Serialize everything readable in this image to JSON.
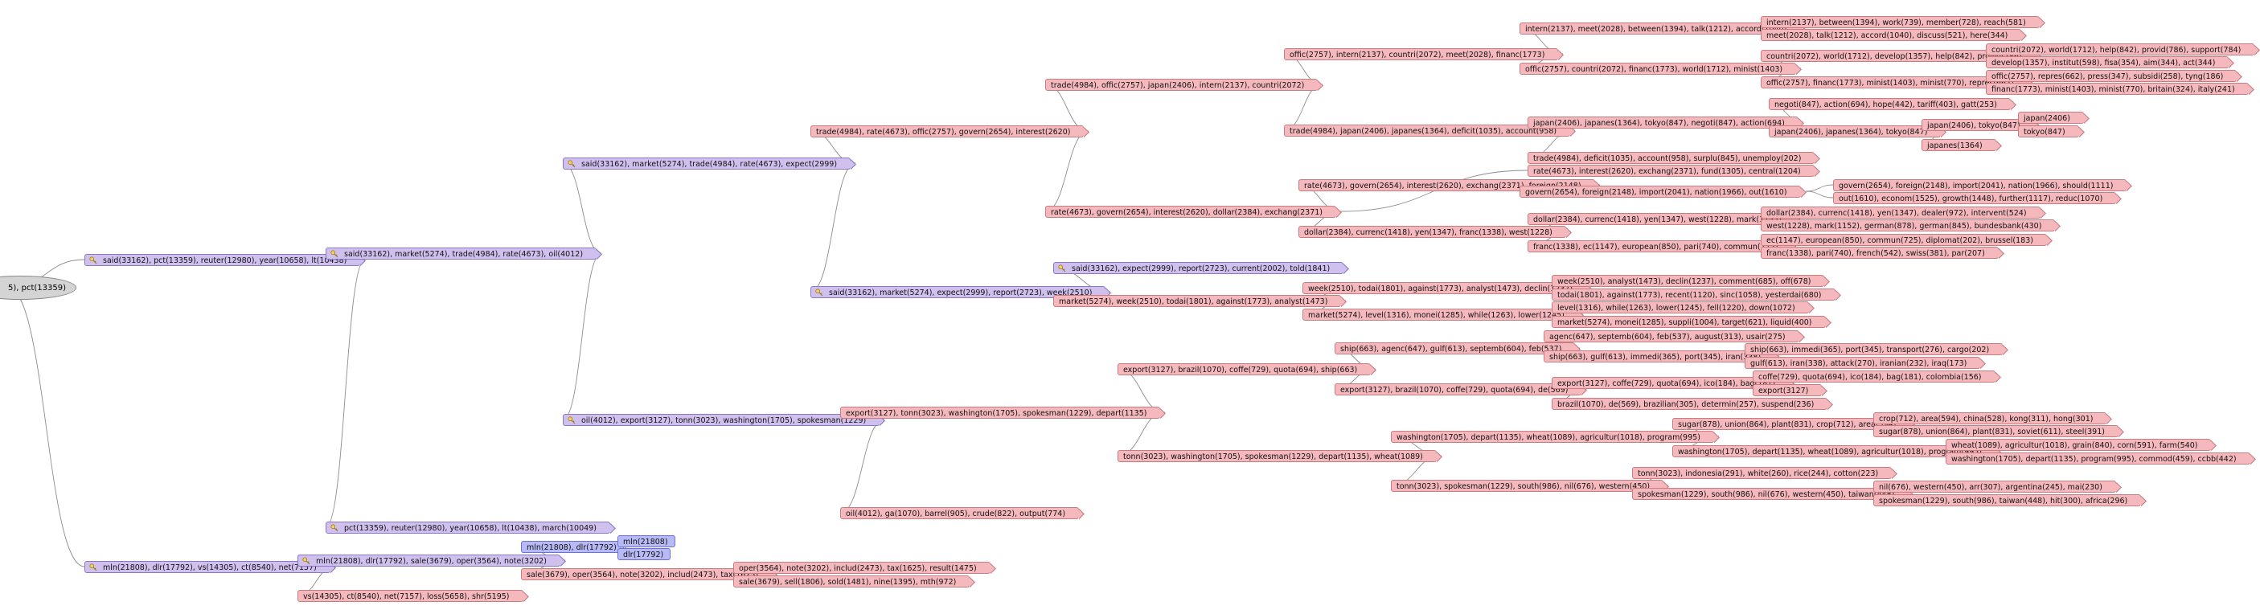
{
  "root_label": "5), pct(13359)",
  "node_colors": {
    "leaf": "#f4b8bd",
    "inner": "#cfc0ee",
    "blue": "#b8baf5",
    "root": "#d4d4d4",
    "edge": "#8c8c8c"
  },
  "nodes": [
    {
      "id": "n1",
      "parent": "root",
      "kind": "inner",
      "label": "said(33162), pct(13359), reuter(12980), year(10658), lt(10438)"
    },
    {
      "id": "n2",
      "parent": "n1",
      "kind": "inner",
      "label": "said(33162), market(5274), trade(4984), rate(4673), oil(4012)"
    },
    {
      "id": "n3",
      "parent": "n2",
      "kind": "inner",
      "label": "said(33162), market(5274), trade(4984), rate(4673), expect(2999)"
    },
    {
      "id": "n4",
      "parent": "n3",
      "kind": "leaf",
      "label": "trade(4984), rate(4673), offic(2757), govern(2654), interest(2620)"
    },
    {
      "id": "n5",
      "parent": "n4",
      "kind": "leaf",
      "label": "trade(4984), offic(2757), japan(2406), intern(2137), countri(2072)"
    },
    {
      "id": "n6",
      "parent": "n5",
      "kind": "leaf",
      "label": "offic(2757), intern(2137), countri(2072), meet(2028), financ(1773)"
    },
    {
      "id": "n7",
      "parent": "n6",
      "kind": "leaf",
      "label": "intern(2137), meet(2028), between(1394), talk(1212), accord(1040)"
    },
    {
      "id": "n8",
      "parent": "n7",
      "kind": "leaf",
      "label": "intern(2137), between(1394), work(739), member(728), reach(581)"
    },
    {
      "id": "n9",
      "parent": "n7",
      "kind": "leaf",
      "label": "meet(2028), talk(1212), accord(1040), discuss(521), here(344)"
    },
    {
      "id": "n10",
      "parent": "n6",
      "kind": "leaf",
      "label": "offic(2757), countri(2072), financ(1773), world(1712), minist(1403)"
    },
    {
      "id": "n11",
      "parent": "n10",
      "kind": "leaf",
      "label": "countri(2072), world(1712), develop(1357), help(842), provid(786)"
    },
    {
      "id": "n12",
      "parent": "n11",
      "kind": "leaf",
      "label": "countri(2072), world(1712), help(842), provid(786), support(784)"
    },
    {
      "id": "n13",
      "parent": "n11",
      "kind": "leaf",
      "label": "develop(1357), institut(598), fisa(354), aim(344), act(344)"
    },
    {
      "id": "n14",
      "parent": "n10",
      "kind": "leaf",
      "label": "offic(2757), financ(1773), minist(1403), minist(770), repres(662)"
    },
    {
      "id": "n15",
      "parent": "n14",
      "kind": "leaf",
      "label": "offic(2757), repres(662), press(347), subsidi(258), tyng(186)"
    },
    {
      "id": "n16",
      "parent": "n14",
      "kind": "leaf",
      "label": "financ(1773), minist(1403), minist(770), britain(324), italy(241)"
    },
    {
      "id": "n17",
      "parent": "n5",
      "kind": "leaf",
      "label": "trade(4984), japan(2406), japanes(1364), deficit(1035), account(958)"
    },
    {
      "id": "n18",
      "parent": "n17",
      "kind": "leaf",
      "label": "japan(2406), japanes(1364), tokyo(847), negoti(847), action(694)"
    },
    {
      "id": "n19",
      "parent": "n18",
      "kind": "leaf",
      "label": "negoti(847), action(694), hope(442), tariff(403), gatt(253)"
    },
    {
      "id": "n20",
      "parent": "n18",
      "kind": "leaf",
      "label": "japan(2406), japanes(1364), tokyo(847)"
    },
    {
      "id": "n21",
      "parent": "n20",
      "kind": "leaf",
      "label": "japan(2406), tokyo(847)"
    },
    {
      "id": "n22",
      "parent": "n21",
      "kind": "leaf",
      "label": "japan(2406)"
    },
    {
      "id": "n23",
      "parent": "n21",
      "kind": "leaf",
      "label": "tokyo(847)"
    },
    {
      "id": "n24",
      "parent": "n20",
      "kind": "leaf",
      "label": "japanes(1364)"
    },
    {
      "id": "n25",
      "parent": "n17",
      "kind": "leaf",
      "label": "trade(4984), deficit(1035), account(958), surplu(845), unemploy(202)"
    },
    {
      "id": "n26",
      "parent": "n4",
      "kind": "leaf",
      "label": "rate(4673), govern(2654), interest(2620), dollar(2384), exchang(2371)"
    },
    {
      "id": "n27",
      "parent": "n26",
      "kind": "leaf",
      "label": "rate(4673), interest(2620), exchang(2371), fund(1305), central(1204)"
    },
    {
      "id": "n28",
      "parent": "n26",
      "kind": "leaf",
      "label": "rate(4673), govern(2654), interest(2620), exchang(2371), foreign(2148)"
    },
    {
      "id": "n29",
      "parent": "n28",
      "kind": "leaf",
      "label": "govern(2654), foreign(2148), import(2041), nation(1966), out(1610)"
    },
    {
      "id": "n30",
      "parent": "n29",
      "kind": "leaf",
      "label": "govern(2654), foreign(2148), import(2041), nation(1966), should(1111)"
    },
    {
      "id": "n31",
      "parent": "n29",
      "kind": "leaf",
      "label": "out(1610), econom(1525), growth(1448), further(1117), reduc(1070)"
    },
    {
      "id": "n32",
      "parent": "n26",
      "kind": "leaf",
      "label": "dollar(2384), currenc(1418), yen(1347), franc(1338), west(1228)"
    },
    {
      "id": "n33",
      "parent": "n32",
      "kind": "leaf",
      "label": "dollar(2384), currenc(1418), yen(1347), west(1228), mark(1152)"
    },
    {
      "id": "n34",
      "parent": "n33",
      "kind": "leaf",
      "label": "dollar(2384), currenc(1418), yen(1347), dealer(972), intervent(524)"
    },
    {
      "id": "n35",
      "parent": "n33",
      "kind": "leaf",
      "label": "west(1228), mark(1152), german(878), german(845), bundesbank(430)"
    },
    {
      "id": "n36",
      "parent": "n32",
      "kind": "leaf",
      "label": "franc(1338), ec(1147), european(850), pari(740), commun(725)"
    },
    {
      "id": "n37",
      "parent": "n36",
      "kind": "leaf",
      "label": "ec(1147), european(850), commun(725), diplomat(202), brussel(183)"
    },
    {
      "id": "n38",
      "parent": "n36",
      "kind": "leaf",
      "label": "franc(1338), pari(740), french(542), swiss(381), par(207)"
    },
    {
      "id": "n39",
      "parent": "n3",
      "kind": "inner",
      "label": "said(33162), market(5274), expect(2999), report(2723), week(2510)"
    },
    {
      "id": "n40",
      "parent": "n39",
      "kind": "inner",
      "label": "said(33162), expect(2999), report(2723), current(2002), told(1841)"
    },
    {
      "id": "n41",
      "parent": "n39",
      "kind": "leaf",
      "label": "market(5274), week(2510), todai(1801), against(1773), analyst(1473)"
    },
    {
      "id": "n42",
      "parent": "n41",
      "kind": "leaf",
      "label": "week(2510), todai(1801), against(1773), analyst(1473), declin(1237)"
    },
    {
      "id": "n43",
      "parent": "n42",
      "kind": "leaf",
      "label": "week(2510), analyst(1473), declin(1237), comment(685), off(678)"
    },
    {
      "id": "n44",
      "parent": "n42",
      "kind": "leaf",
      "label": "todai(1801), against(1773), recent(1120), sinc(1058), yesterdai(680)"
    },
    {
      "id": "n45",
      "parent": "n41",
      "kind": "leaf",
      "label": "market(5274), level(1316), monei(1285), while(1263), lower(1245)"
    },
    {
      "id": "n46",
      "parent": "n45",
      "kind": "leaf",
      "label": "level(1316), while(1263), lower(1245), fell(1220), down(1072)"
    },
    {
      "id": "n47",
      "parent": "n45",
      "kind": "leaf",
      "label": "market(5274), monei(1285), suppli(1004), target(621), liquid(400)"
    },
    {
      "id": "n48",
      "parent": "n2",
      "kind": "inner",
      "label": "oil(4012), export(3127), tonn(3023), washington(1705), spokesman(1229)"
    },
    {
      "id": "n49",
      "parent": "n48",
      "kind": "leaf",
      "label": "export(3127), tonn(3023), washington(1705), spokesman(1229), depart(1135)"
    },
    {
      "id": "n50",
      "parent": "n49",
      "kind": "leaf",
      "label": "export(3127), brazil(1070), coffe(729), quota(694), ship(663)"
    },
    {
      "id": "n51",
      "parent": "n50",
      "kind": "leaf",
      "label": "ship(663), agenc(647), gulf(613), septemb(604), feb(537)"
    },
    {
      "id": "n52",
      "parent": "n51",
      "kind": "leaf",
      "label": "agenc(647), septemb(604), feb(537), august(313), usair(275)"
    },
    {
      "id": "n53",
      "parent": "n51",
      "kind": "leaf",
      "label": "ship(663), gulf(613), immedi(365), port(345), iran(338)"
    },
    {
      "id": "n54",
      "parent": "n53",
      "kind": "leaf",
      "label": "ship(663), immedi(365), port(345), transport(276), cargo(202)"
    },
    {
      "id": "n55",
      "parent": "n53",
      "kind": "leaf",
      "label": "gulf(613), iran(338), attack(270), iranian(232), iraq(173)"
    },
    {
      "id": "n56",
      "parent": "n50",
      "kind": "leaf",
      "label": "export(3127), brazil(1070), coffe(729), quota(694), de(569)"
    },
    {
      "id": "n57",
      "parent": "n56",
      "kind": "leaf",
      "label": "export(3127), coffe(729), quota(694), ico(184), bag(181)"
    },
    {
      "id": "n58",
      "parent": "n57",
      "kind": "leaf",
      "label": "coffe(729), quota(694), ico(184), bag(181), colombia(156)"
    },
    {
      "id": "n59",
      "parent": "n57",
      "kind": "leaf",
      "label": "export(3127)"
    },
    {
      "id": "n60",
      "parent": "n56",
      "kind": "leaf",
      "label": "brazil(1070), de(569), brazilian(305), determin(257), suspend(236)"
    },
    {
      "id": "n61",
      "parent": "n49",
      "kind": "leaf",
      "label": "tonn(3023), washington(1705), spokesman(1229), depart(1135), wheat(1089)"
    },
    {
      "id": "n62",
      "parent": "n61",
      "kind": "leaf",
      "label": "washington(1705), depart(1135), wheat(1089), agricultur(1018), program(995)"
    },
    {
      "id": "n63",
      "parent": "n62",
      "kind": "leaf",
      "label": "sugar(878), union(864), plant(831), crop(712), area(594)"
    },
    {
      "id": "n64",
      "parent": "n63",
      "kind": "leaf",
      "label": "crop(712), area(594), china(528), kong(311), hong(301)"
    },
    {
      "id": "n65",
      "parent": "n63",
      "kind": "leaf",
      "label": "sugar(878), union(864), plant(831), soviet(611), steel(391)"
    },
    {
      "id": "n66",
      "parent": "n62",
      "kind": "leaf",
      "label": "washington(1705), depart(1135), wheat(1089), agricultur(1018), program(995)"
    },
    {
      "id": "n67",
      "parent": "n66",
      "kind": "leaf",
      "label": "wheat(1089), agricultur(1018), grain(840), corn(591), farm(540)"
    },
    {
      "id": "n68",
      "parent": "n66",
      "kind": "leaf",
      "label": "washington(1705), depart(1135), program(995), commod(459), ccbb(442)"
    },
    {
      "id": "n69",
      "parent": "n61",
      "kind": "leaf",
      "label": "tonn(3023), spokesman(1229), south(986), nil(676), western(450)"
    },
    {
      "id": "n70",
      "parent": "n69",
      "kind": "leaf",
      "label": "tonn(3023), indonesia(291), white(260), rice(244), cotton(223)"
    },
    {
      "id": "n71",
      "parent": "n69",
      "kind": "leaf",
      "label": "spokesman(1229), south(986), nil(676), western(450), taiwan(448)"
    },
    {
      "id": "n72",
      "parent": "n71",
      "kind": "leaf",
      "label": "nil(676), western(450), arr(307), argentina(245), mai(230)"
    },
    {
      "id": "n73",
      "parent": "n71",
      "kind": "leaf",
      "label": "spokesman(1229), south(986), taiwan(448), hit(300), africa(296)"
    },
    {
      "id": "n74",
      "parent": "n48",
      "kind": "leaf",
      "label": "oil(4012), ga(1070), barrel(905), crude(822), output(774)"
    },
    {
      "id": "n75",
      "parent": "n1",
      "kind": "inner",
      "label": "pct(13359), reuter(12980), year(10658), lt(10438), march(10049)"
    },
    {
      "id": "n76",
      "parent": "root",
      "kind": "inner",
      "label": "mln(21808), dlr(17792), vs(14305), ct(8540), net(7157)"
    },
    {
      "id": "n77",
      "parent": "n76",
      "kind": "inner",
      "label": "mln(21808), dlr(17792), sale(3679), oper(3564), note(3202)"
    },
    {
      "id": "n78",
      "parent": "n77",
      "kind": "blue",
      "label": "mln(21808), dlr(17792)"
    },
    {
      "id": "n79",
      "parent": "n78",
      "kind": "blue",
      "label": "mln(21808)"
    },
    {
      "id": "n80",
      "parent": "n78",
      "kind": "blue",
      "label": "dlr(17792)"
    },
    {
      "id": "n81",
      "parent": "n77",
      "kind": "leaf",
      "label": "sale(3679), oper(3564), note(3202), includ(2473), tax(1625)"
    },
    {
      "id": "n82",
      "parent": "n81",
      "kind": "leaf",
      "label": "oper(3564), note(3202), includ(2473), tax(1625), result(1475)"
    },
    {
      "id": "n83",
      "parent": "n81",
      "kind": "leaf",
      "label": "sale(3679), sell(1806), sold(1481), nine(1395), mth(972)"
    },
    {
      "id": "n84",
      "parent": "n76",
      "kind": "leaf",
      "label": "vs(14305), ct(8540), net(7157), loss(5658), shr(5195)"
    }
  ]
}
